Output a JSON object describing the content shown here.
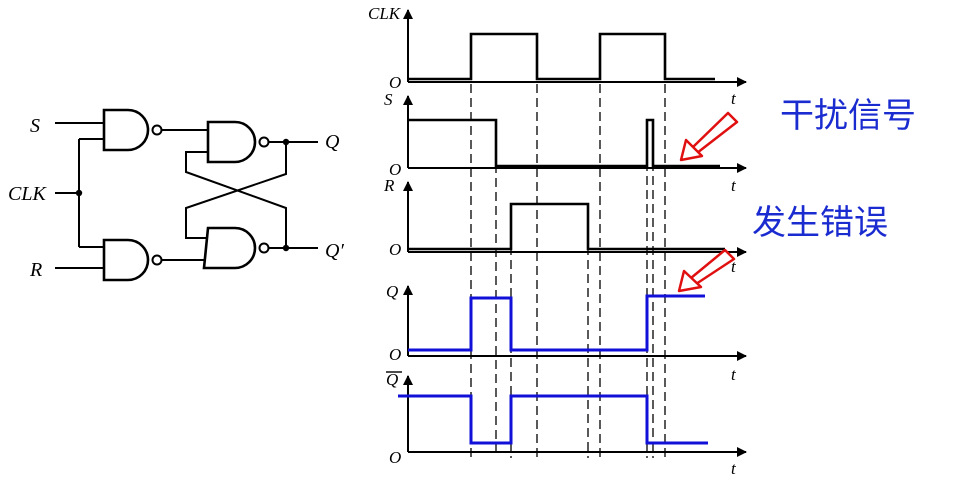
{
  "circuit": {
    "input_s": "S",
    "input_clk": "CLK",
    "input_r": "R",
    "output_q": "Q",
    "output_qn": "Q′"
  },
  "timing": {
    "clk_label": "CLK",
    "s_label": "S",
    "r_label": "R",
    "q_label": "Q",
    "qbar_label": "Q",
    "origin": "O",
    "time": "t"
  },
  "annotations": {
    "interference": "干扰信号",
    "error": "发生错误"
  },
  "colors": {
    "annotation_text": "#1a2bd0",
    "output_wave": "#1010d8",
    "arrow": "#e01010"
  }
}
